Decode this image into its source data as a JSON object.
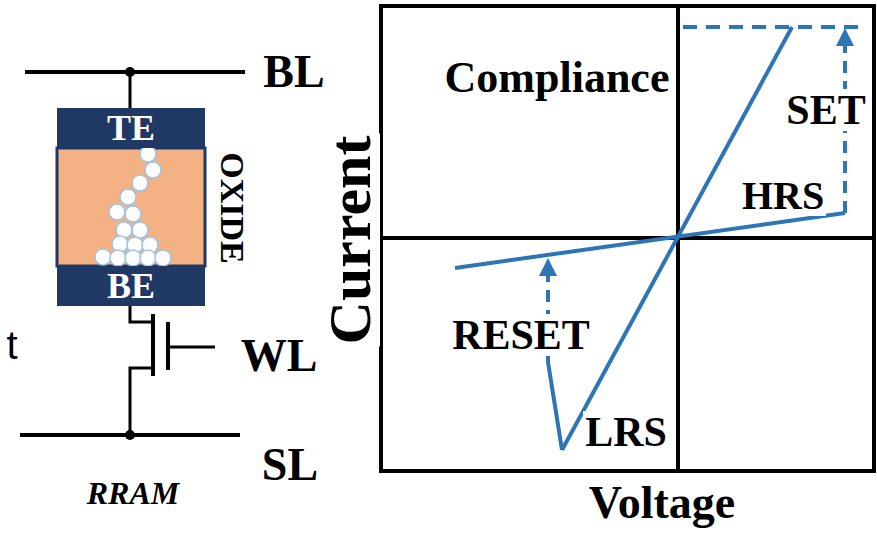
{
  "diagram": {
    "nodes": [
      {
        "text": [
          "TE"
        ]
      },
      {
        "text": [
          "BE"
        ]
      }
    ],
    "labels": [
      "BL",
      "Compliance",
      "SET",
      "HRS",
      "OXIDE",
      "Current",
      "t",
      "WL",
      "RESET",
      "LRS",
      "SL",
      "RRAM",
      "Voltage"
    ]
  }
}
